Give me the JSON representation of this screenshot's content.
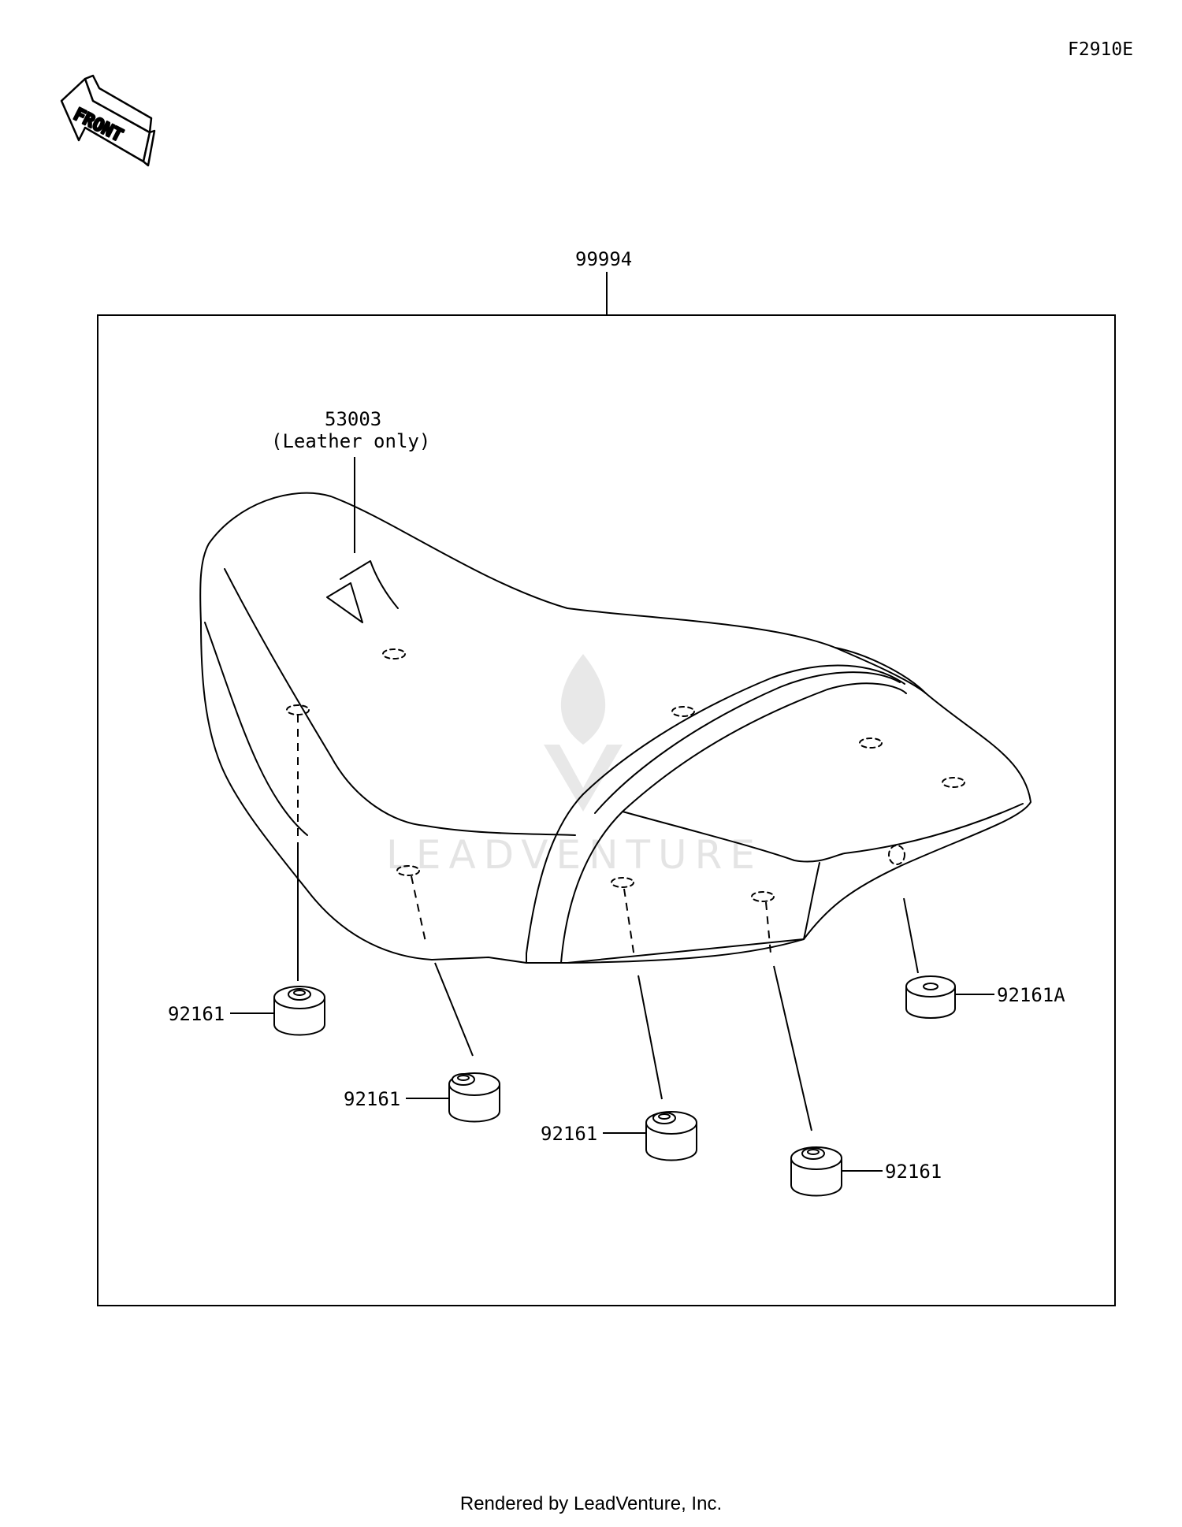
{
  "figure_code": "F2910E",
  "front_label": "FRONT",
  "assembly_label": "99994",
  "parts": {
    "p53003": {
      "number": "53003",
      "note": "(Leather only)"
    },
    "stopper_1": "92161",
    "stopper_2": "92161",
    "stopper_3": "92161",
    "stopper_4": "92161",
    "stopper_a": "92161A"
  },
  "watermark": "LEADVENTURE",
  "footer": "Rendered by LeadVenture, Inc.",
  "colors": {
    "line": "#000000",
    "watermark": "#e2e2e2"
  }
}
